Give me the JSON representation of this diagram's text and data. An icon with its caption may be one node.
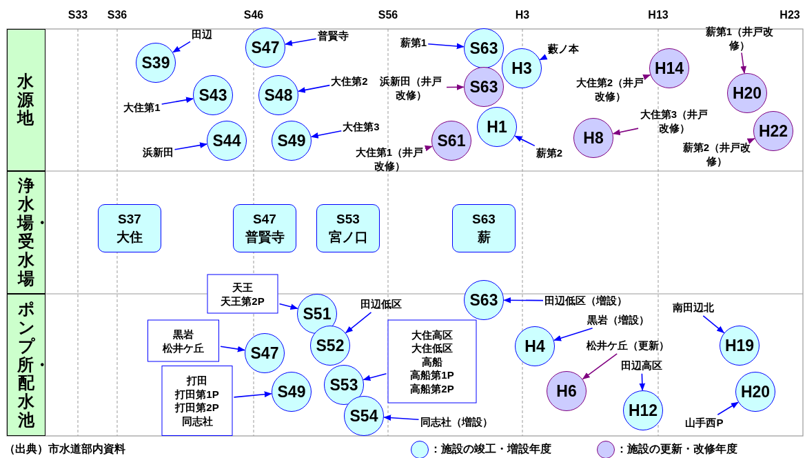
{
  "diagram": {
    "caption": "（出典）市水道部内資料",
    "nodes": [
      {
        "text": [
          "水源地"
        ]
      },
      {
        "text": [
          "浄水場・受水場"
        ]
      },
      {
        "text": [
          "ポンプ所・配水池"
        ]
      },
      {
        "text": [
          "S39"
        ]
      },
      {
        "text": [
          "田辺"
        ]
      },
      {
        "text": [
          "S43"
        ]
      },
      {
        "text": [
          "大住第1"
        ]
      },
      {
        "text": [
          "S44"
        ]
      },
      {
        "text": [
          "浜新田"
        ]
      },
      {
        "text": [
          "S47"
        ]
      },
      {
        "text": [
          "普賢寺"
        ]
      },
      {
        "text": [
          "S48"
        ]
      },
      {
        "text": [
          "大住第2"
        ]
      },
      {
        "text": [
          "S49"
        ]
      },
      {
        "text": [
          "大住第3"
        ]
      },
      {
        "text": [
          "S63"
        ]
      },
      {
        "text": [
          "薪第1"
        ]
      },
      {
        "text": [
          "S63"
        ]
      },
      {
        "text": [
          "浜新田（井戸改修）"
        ]
      },
      {
        "text": [
          "S61"
        ]
      },
      {
        "text": [
          "大住第1（井戸改修）"
        ]
      },
      {
        "text": [
          "H1"
        ]
      },
      {
        "text": [
          "薪第2"
        ]
      },
      {
        "text": [
          "H3"
        ]
      },
      {
        "text": [
          "藪ノ本"
        ]
      },
      {
        "text": [
          "H14"
        ]
      },
      {
        "text": [
          "大住第2（井戸改修）"
        ]
      },
      {
        "text": [
          "H8"
        ]
      },
      {
        "text": [
          "大住第3（井戸改修）"
        ]
      },
      {
        "text": [
          "H20"
        ]
      },
      {
        "text": [
          "薪第1（井戸改修）"
        ]
      },
      {
        "text": [
          "H22"
        ]
      },
      {
        "text": [
          "薪第2（井戸改修）"
        ]
      },
      {
        "text": [
          "S37",
          "大住"
        ]
      },
      {
        "text": [
          "S47",
          "普賢寺"
        ]
      },
      {
        "text": [
          "S53",
          "宮ノ口"
        ]
      },
      {
        "text": [
          "S63",
          "薪"
        ]
      },
      {
        "text": [
          "天王",
          "天王第2P"
        ]
      },
      {
        "text": [
          "S51"
        ]
      },
      {
        "text": [
          "田辺低区"
        ]
      },
      {
        "text": [
          "S52"
        ]
      },
      {
        "text": [
          "黒岩",
          "松井ケ丘"
        ]
      },
      {
        "text": [
          "S47"
        ]
      },
      {
        "text": [
          "打田",
          "打田第1P",
          "打田第2P",
          "同志社"
        ]
      },
      {
        "text": [
          "S49"
        ]
      },
      {
        "text": [
          "大住高区",
          "大住低区",
          "高船",
          "高船第1P",
          "高船第2P"
        ]
      },
      {
        "text": [
          "S53"
        ]
      },
      {
        "text": [
          "同志社（増設）"
        ]
      },
      {
        "text": [
          "S54"
        ]
      },
      {
        "text": [
          "田辺低区（増設）"
        ]
      },
      {
        "text": [
          "S63"
        ]
      },
      {
        "text": [
          "黒岩（増設）"
        ]
      },
      {
        "text": [
          "H4"
        ]
      },
      {
        "text": [
          "松井ケ丘（更新）"
        ]
      },
      {
        "text": [
          "H6"
        ]
      },
      {
        "text": [
          "田辺高区"
        ]
      },
      {
        "text": [
          "H12"
        ]
      },
      {
        "text": [
          "南田辺北"
        ]
      },
      {
        "text": [
          "H19"
        ]
      },
      {
        "text": [
          "山手西P"
        ]
      },
      {
        "text": [
          "H20"
        ]
      }
    ],
    "edges": [
      {
        "from": 4,
        "to": 3,
        "arrow": "to"
      },
      {
        "from": 6,
        "to": 5,
        "arrow": "to"
      },
      {
        "from": 8,
        "to": 7,
        "arrow": "to"
      },
      {
        "from": 10,
        "to": 9,
        "arrow": "to"
      },
      {
        "from": 12,
        "to": 11,
        "arrow": "to"
      },
      {
        "from": 14,
        "to": 13,
        "arrow": "to"
      },
      {
        "from": 16,
        "to": 15,
        "arrow": "to"
      },
      {
        "from": 18,
        "to": 17,
        "arrow": "to",
        "color": "#800080"
      },
      {
        "from": 20,
        "to": 19,
        "arrow": "to",
        "color": "#800080"
      },
      {
        "from": 22,
        "to": 21,
        "arrow": "to"
      },
      {
        "from": 24,
        "to": 23,
        "arrow": "to"
      },
      {
        "from": 26,
        "to": 25,
        "arrow": "to",
        "color": "#800080"
      },
      {
        "from": 28,
        "to": 27,
        "arrow": "to",
        "color": "#800080"
      },
      {
        "from": 30,
        "to": 29,
        "arrow": "to",
        "color": "#800080"
      },
      {
        "from": 32,
        "to": 31,
        "arrow": "to",
        "color": "#800080"
      },
      {
        "from": 37,
        "to": 38,
        "arrow": "to"
      },
      {
        "from": 39,
        "to": 40,
        "arrow": "to"
      },
      {
        "from": 41,
        "to": 42,
        "arrow": "to"
      },
      {
        "from": 43,
        "to": 44,
        "arrow": "to"
      },
      {
        "from": 45,
        "to": 46,
        "arrow": "to"
      },
      {
        "from": 47,
        "to": 48,
        "arrow": "to"
      },
      {
        "from": 49,
        "to": 50,
        "arrow": "to"
      },
      {
        "from": 51,
        "to": 52,
        "arrow": "to"
      },
      {
        "from": 53,
        "to": 54,
        "arrow": "to",
        "color": "#800080"
      },
      {
        "from": 55,
        "to": 56,
        "arrow": "to"
      },
      {
        "from": 57,
        "to": 58,
        "arrow": "to"
      },
      {
        "from": 59,
        "to": 60,
        "arrow": "to"
      }
    ],
    "labels": [
      "S33",
      "S36",
      "S46",
      "S56",
      "H3",
      "H13",
      "H23"
    ],
    "legend": [
      {
        "text": "：施設の竣工・増設年度",
        "color": "#ccffff"
      },
      {
        "text": "：施設の更新・改修年度",
        "color": "#ccccff"
      }
    ]
  }
}
